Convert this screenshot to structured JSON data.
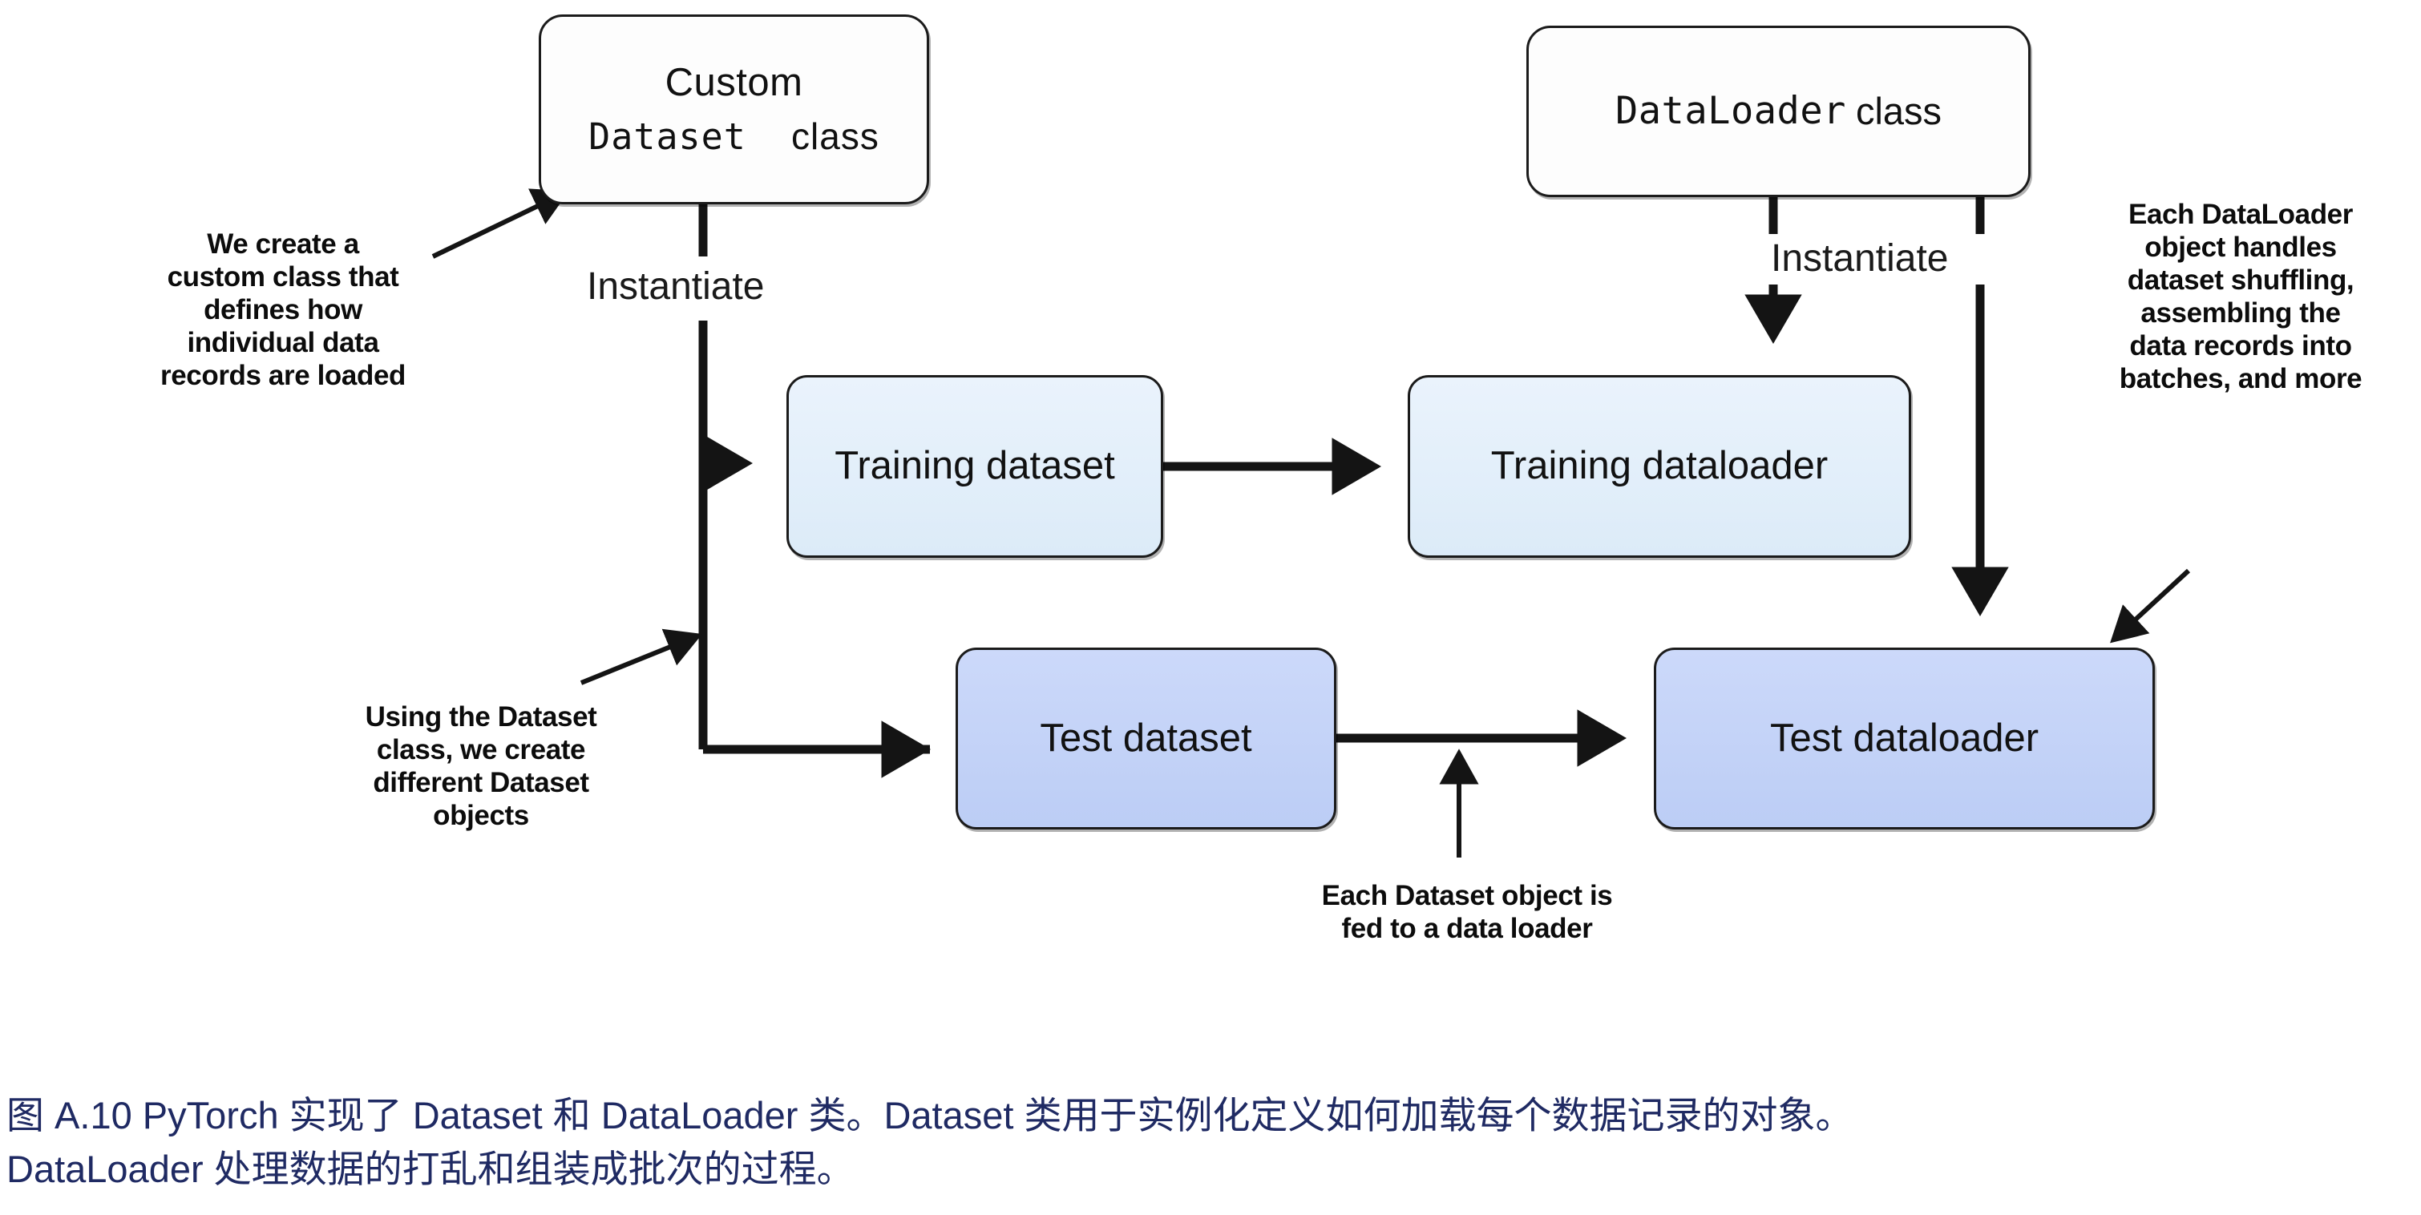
{
  "figure": {
    "nodes": {
      "custom_dataset_class": {
        "line1": "Custom",
        "line2_code": "Dataset",
        "line2_tail": "class",
        "full_label": "Custom Dataset class",
        "fill": "#fdfdfd"
      },
      "dataloader_class": {
        "code": "DataLoader",
        "tail": "class",
        "full_label": "DataLoader class",
        "fill": "#fdfdfd"
      },
      "training_dataset": {
        "label": "Training dataset",
        "fill": "#e2eefa"
      },
      "training_dataloader": {
        "label": "Training dataloader",
        "fill": "#e2eefa"
      },
      "test_dataset": {
        "label": "Test dataset",
        "fill": "#c3d2f7"
      },
      "test_dataloader": {
        "label": "Test dataloader",
        "fill": "#c3d2f7"
      }
    },
    "edge_labels": {
      "instantiate_left": "Instantiate",
      "instantiate_right": "Instantiate"
    },
    "annotations": {
      "create_custom_class": "We create a\ncustom class that\ndefines how\nindividual data\nrecords are loaded",
      "using_dataset_class": "Using the Dataset\nclass, we create\ndifferent Dataset\nobjects",
      "each_dataloader": "Each DataLoader\nobject handles\ndataset shuffling,\nassembling the\ndata records into\nbatches, and more",
      "each_dataset_object": "Each Dataset object is\nfed to a data loader"
    },
    "stroke_color": "#141414"
  },
  "caption": {
    "color": "#1f2a63",
    "line1": "图 A.10 PyTorch 实现了 Dataset 和 DataLoader 类。Dataset 类用于实例化定义如何加载每个数据记录的对象。",
    "line2": "DataLoader 处理数据的打乱和组装成批次的过程。"
  }
}
